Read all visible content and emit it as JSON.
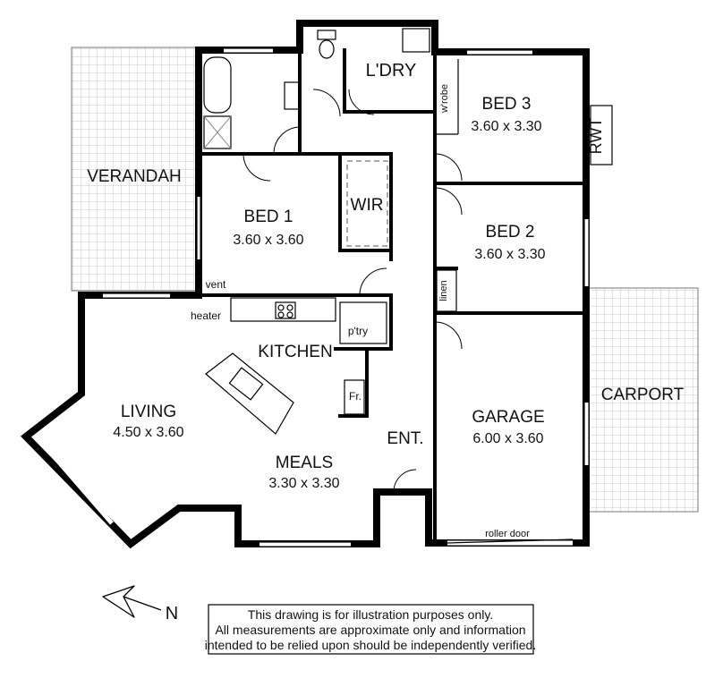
{
  "rooms": {
    "verandah": "VERANDAH",
    "ldry": "L'DRY",
    "bed3": "BED 3",
    "bed3_size": "3.60 x 3.30",
    "wrobe": "w'robe",
    "rwt": "RWT",
    "bed1": "BED 1",
    "bed1_size": "3.60 x 3.60",
    "wir": "WIR",
    "bed2": "BED 2",
    "bed2_size": "3.60 x 3.30",
    "linen": "linen",
    "vent": "vent",
    "heater": "heater",
    "pantry": "p'try",
    "kitchen": "KITCHEN",
    "fridge": "Fr.",
    "living": "LIVING",
    "living_size": "4.50 x 3.60",
    "meals": "MEALS",
    "meals_size": "3.30 x 3.30",
    "entry": "ENT.",
    "garage": "GARAGE",
    "garage_size": "6.00 x 3.60",
    "carport": "CARPORT",
    "roller_door": "roller door"
  },
  "compass": {
    "north_label": "N"
  },
  "disclaimer": {
    "line1": "This drawing is for illustration purposes only.",
    "line2": "All measurements are approximate only and information",
    "line3": "intended to be relied upon should be independently verified."
  }
}
